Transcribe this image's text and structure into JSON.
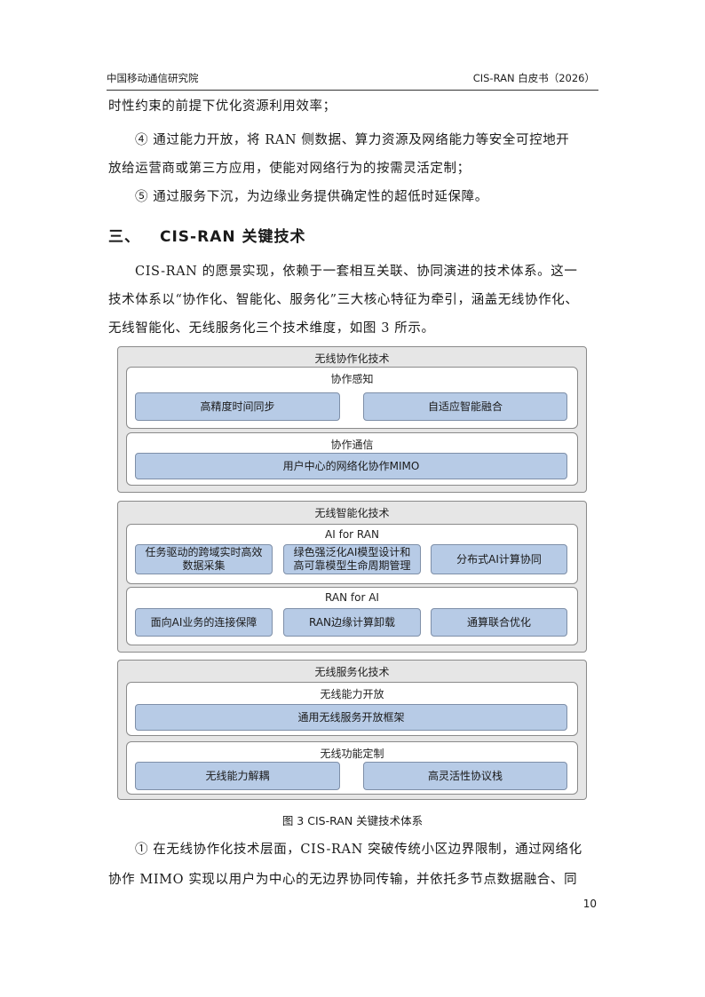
{
  "header": {
    "org": "中国移动通信研究院",
    "doc": "CIS-RAN 白皮书（2026）"
  },
  "intro_lines": [
    "时性约束的前提下优化资源利用效率；",
    "④ 通过能力开放，将 RAN 侧数据、算力资源及网络能力等安全可控地开",
    "放给运营商或第三方应用，使能对网络行为的按需灵活定制；",
    "⑤ 通过服务下沉，为边缘业务提供确定性的超低时延保障。"
  ],
  "section": {
    "number": "三、",
    "title": "CIS-RAN 关键技术"
  },
  "body_lines": [
    "CIS-RAN 的愿景实现，依赖于一套相互关联、协同演进的技术体系。这一",
    "技术体系以“协作化、智能化、服务化”三大核心特征为牵引，涵盖无线协作化、",
    "无线智能化、无线服务化三个技术维度，如图 3 所示。"
  ],
  "diagram": {
    "groups": [
      {
        "title": "无线协作化技术",
        "subs": [
          {
            "title": "协作感知",
            "items": [
              "高精度时间同步",
              "自适应智能融合"
            ]
          },
          {
            "title": "协作通信",
            "items": [
              "用户中心的网络化协作MIMO"
            ]
          }
        ]
      },
      {
        "title": "无线智能化技术",
        "subs": [
          {
            "title": "AI for RAN",
            "items": [
              "任务驱动的跨域实时高效\n数据采集",
              "绿色强泛化AI模型设计和\n高可靠模型生命周期管理",
              "分布式AI计算协同"
            ]
          },
          {
            "title": "RAN for AI",
            "items": [
              "面向AI业务的连接保障",
              "RAN边缘计算卸载",
              "通算联合优化"
            ]
          }
        ]
      },
      {
        "title": "无线服务化技术",
        "subs": [
          {
            "title": "无线能力开放",
            "items": [
              "通用无线服务开放框架"
            ]
          },
          {
            "title": "无线功能定制",
            "items": [
              "无线能力解耦",
              "高灵活性协议栈"
            ]
          }
        ]
      }
    ],
    "caption": "图 3 CIS-RAN 关键技术体系"
  },
  "outro_lines": [
    "① 在无线协作化技术层面，CIS-RAN 突破传统小区边界限制，通过网络化",
    "协作 MIMO 实现以用户为中心的无边界协同传输，并依托多节点数据融合、同"
  ],
  "page_number": "10",
  "colors": {
    "box_fill": "#b7cbe6",
    "group_fill": "#e6e6e6",
    "border": "#8a8a8a"
  }
}
